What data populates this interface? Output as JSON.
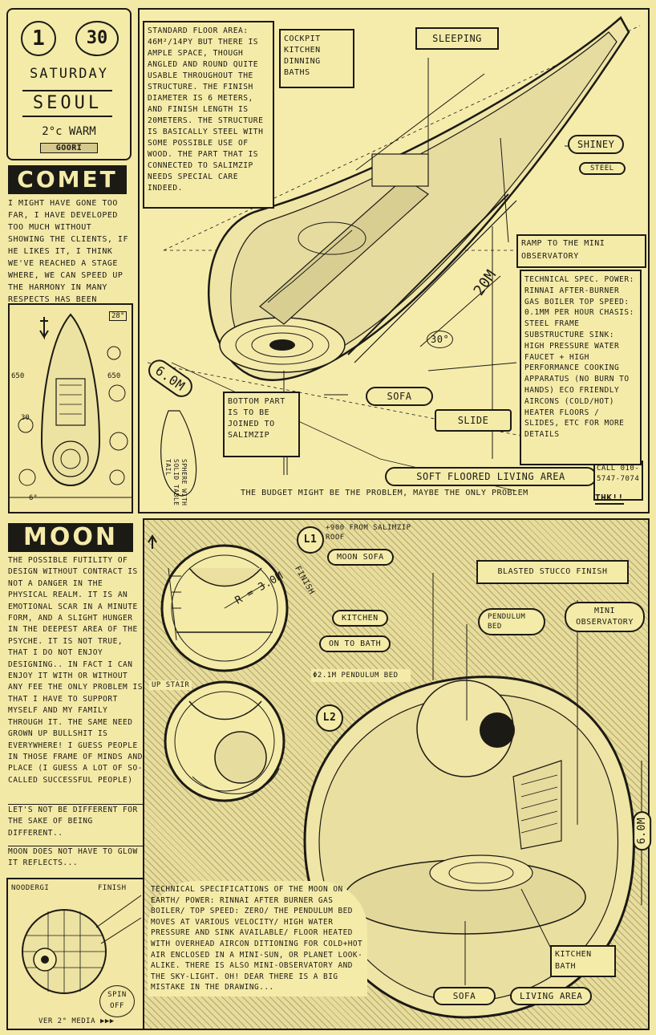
{
  "date_badge": {
    "month": "1",
    "day": "30",
    "weekday": "SATURDAY",
    "city": "SEOUL",
    "weather": "2°c WARM",
    "author": "GOORI"
  },
  "comet": {
    "title": "COMET",
    "intro": "I MIGHT HAVE GONE TOO FAR, I HAVE DEVELOPED TOO MUCH WITHOUT SHOWING THE CLIENTS, IF HE LIKES IT, I THINK WE'VE REACHED A STAGE WHERE, WE CAN SPEED UP THE HARMONY IN MANY RESPECTS HAS BEEN ACHIEVED... O. LA LA!",
    "floor_note": "STANDARD FLOOR AREA: 46m²/14py BUT THERE IS AMPLE SPACE, THOUGH ANGLED AND ROUND QUITE USABLE THROUGHOUT THE STRUCTURE. THE FINISH DIAMETER IS 6 METERS, AND FINISH LENGTH IS 20METERS. THE STRUCTURE IS BASICALLY STEEL WITH SOME POSSIBLE USE OF WOOD. THE PART THAT IS CONNECTED TO SALIMZIP NEEDS SPECIAL CARE INDEED.",
    "label_cockpit": "COCKPIT KITCHEN DINNING BATHS",
    "label_sleeping": "SLEEPING",
    "label_shiney": "SHINEY",
    "label_steel": "STEEL",
    "label_ramp": "RAMP TO THE MINI OBSERVATORY",
    "dim_length": "20m",
    "dim_angle": "30°",
    "dim_diameter": "6.0m",
    "label_bottom": "BOTTOM PART IS TO BE JOINED TO SALIMZIP",
    "label_sofa": "SOFA",
    "label_slide": "SLIDE",
    "label_living": "SOFT FLOORED LIVING AREA",
    "budget_note": "THE BUDGET MIGHT BE THE PROBLEM, MAYBE THE ONLY PROBLEM",
    "call_note": "CALL 010-5747-7074",
    "thanks": "THK!!",
    "spec_note": "TECHNICAL SPEC. POWER: RINNAI AFTER-BURNER GAS BOILER TOP SPEED: 0.1MM PER HOUR CHASIS: STEEL FRAME SUBSTRUCTURE SINK: HIGH PRESSURE WATER FAUCET + HIGH PERFORMANCE COOKING APPARATUS (NO BURN TO HANDS) ECO FRIENDLY AIRCONS (COLD/HOT) HEATER FLOORS / SLIDES, ETC FOR MORE DETAILS",
    "side_dim_1": "650",
    "side_dim_2": "650",
    "side_dim_3": "30",
    "side_angle": "28°",
    "side_6": "6°",
    "sphere_note": "SPHERE WITH SOLID TABLE TAIL"
  },
  "moon": {
    "title": "MOON",
    "intro": "THE POSSIBLE FUTILITY OF DESIGN WITHOUT CONTRACT IS NOT A DANGER IN THE PHYSICAL REALM. IT IS AN EMOTIONAL SCAR IN A MINUTE FORM, AND A SLIGHT HUNGER IN THE DEEPEST AREA OF THE PSYCHE. IT IS NOT TRUE, THAT I DO NOT ENJOY DESIGNING.. IN FACT I CAN ENJOY IT WITH OR WITHOUT ANY FEE THE ONLY PROBLEM IS THAT I HAVE TO SUPPORT MYSELF AND MY FAMILY THROUGH IT. THE SAME NEED GROWN UP BULLSHIT IS EVERYWHERE! I GUESS PEOPLE IN THOSE FRAME OF MINDS AND PLACE (I GUESS A LOT OF SO-CALLED SUCCESSFUL PEOPLE)",
    "line2": "LET'S NOT BE DIFFERENT FOR THE SAKE OF BEING DIFFERENT..",
    "line3": "MOON DOES NOT HAVE TO GLOW IT REFLECTS...",
    "l1": "L1",
    "l1_note": "+900 FROM SALIMZIP ROOF",
    "label_moon_sofa": "MOON SOFA",
    "label_finish": "FINISH",
    "radius": "r = 3.0m",
    "label_kitchen": "KITCHEN",
    "label_bath": "ON TO BATH",
    "label_upstair": "UP STAIR",
    "label_pendulum": "φ2.1m PENDULUM BED",
    "l2": "L2",
    "label_stucco": "BLASTED STUCCO FINISH",
    "label_pend_bed": "PENDULUM BED",
    "label_mini_obs": "MINI OBSERVATORY",
    "dim_height": "6.0m",
    "tech_note": "TECHNICAL SPECIFICATIONS OF THE MOON ON EARTH/ POWER: RINNAI AFTER BURNER GAS BOILER/ TOP SPEED: ZERO/ THE PENDULUM BED MOVES AT VARIOUS VELOCITY/ HIGH WATER PRESSURE AND SINK AVAILABLE/ FLOOR HEATED WITH OVERHEAD AIRCON DITIONING FOR COLD+HOT AIR ENCLOSED IN A MINI-SUN, OR PLANET LOOK-ALIKE. THERE IS ALSO MINI-OBSERVATORY AND THE SKY-LIGHT. OH! DEAR THERE IS A BIG MISTAKE IN THE DRAWING...",
    "label_kitchen_bath": "KITCHEN BATH",
    "label_sofa": "SOFA",
    "label_living": "LIVING AREA",
    "mini_noodergi": "NOODERGI",
    "mini_finish": "FINISH",
    "spin_off": "SPIN OFF",
    "ver": "VER 2° MEDIA ▶▶▶"
  }
}
